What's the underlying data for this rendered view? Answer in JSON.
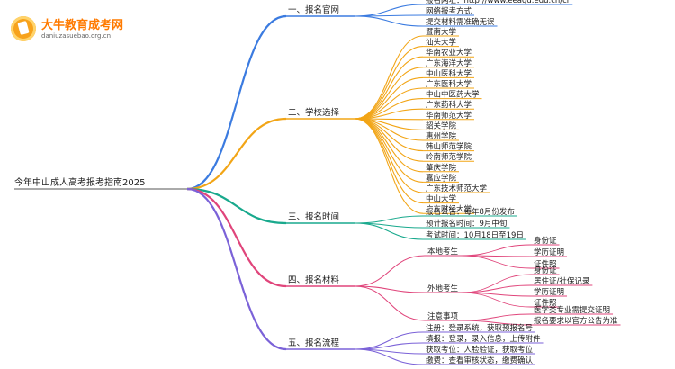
{
  "logo": {
    "name": "大牛教育成考网",
    "site": "daniuzasuebao.org.cn"
  },
  "colors": {
    "blue": "#3b7be0",
    "orange": "#f2a516",
    "teal": "#19a98d",
    "pink": "#e0457b",
    "purple": "#7b62d8"
  },
  "mindmap": {
    "root": "今年中山成人高考报考指南2025",
    "branches": [
      {
        "label": "一、报名官网",
        "color": "blue",
        "children": [
          {
            "label": "报名网址：http://www.eeagd.edu.cn/cr"
          },
          {
            "label": "网络报考方式"
          },
          {
            "label": "提交材料需准确无误"
          }
        ]
      },
      {
        "label": "二、学校选择",
        "color": "orange",
        "children": [
          {
            "label": "暨南大学"
          },
          {
            "label": "汕头大学"
          },
          {
            "label": "华南农业大学"
          },
          {
            "label": "广东海洋大学"
          },
          {
            "label": "中山医科大学"
          },
          {
            "label": "广东医科大学"
          },
          {
            "label": "中山中医药大学"
          },
          {
            "label": "广东药科大学"
          },
          {
            "label": "华南师范大学"
          },
          {
            "label": "韶关学院"
          },
          {
            "label": "惠州学院"
          },
          {
            "label": "韩山师范学院"
          },
          {
            "label": "岭南师范学院"
          },
          {
            "label": "肇庆学院"
          },
          {
            "label": "嘉应学院"
          },
          {
            "label": "广东技术师范大学"
          },
          {
            "label": "中山大学"
          },
          {
            "label": "广东财经大学"
          }
        ]
      },
      {
        "label": "三、报名时间",
        "color": "teal",
        "children": [
          {
            "label": "报名公告：每年8月份发布"
          },
          {
            "label": "预计报名时间：9月中旬"
          },
          {
            "label": "考试时间：10月18日至19日"
          }
        ]
      },
      {
        "label": "四、报名材料",
        "color": "pink",
        "children": [
          {
            "label": "本地考生",
            "children": [
              {
                "label": "身份证"
              },
              {
                "label": "学历证明"
              },
              {
                "label": "证件照"
              }
            ]
          },
          {
            "label": "外地考生",
            "children": [
              {
                "label": "身份证"
              },
              {
                "label": "居住证/社保记录"
              },
              {
                "label": "学历证明"
              },
              {
                "label": "证件照"
              }
            ]
          },
          {
            "label": "注意事项",
            "children": [
              {
                "label": "医学类专业需提交证明"
              },
              {
                "label": "报名要求以官方公告为准"
              }
            ]
          }
        ]
      },
      {
        "label": "五、报名流程",
        "color": "purple",
        "children": [
          {
            "label": "注册：登录系统，获取预报名号"
          },
          {
            "label": "填报：登录，录入信息，上传附件"
          },
          {
            "label": "获取考位：人脸验证，获取考位"
          },
          {
            "label": "缴费：查看审核状态，缴费确认"
          }
        ]
      }
    ]
  }
}
